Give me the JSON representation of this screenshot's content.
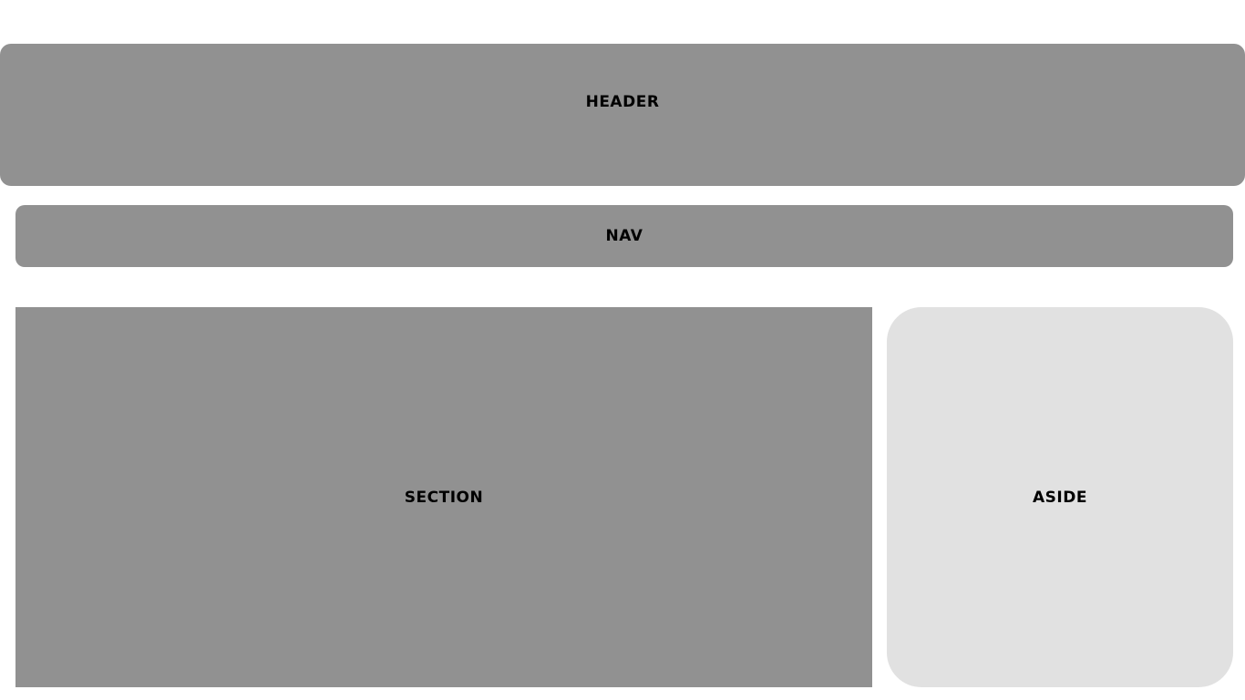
{
  "colors": {
    "block_dark": "#919191",
    "block_light": "#e1e1e1",
    "text": "#000000",
    "background": "#ffffff"
  },
  "header": {
    "label": "HEADER"
  },
  "nav": {
    "label": "NAV"
  },
  "section": {
    "label": "SECTION"
  },
  "aside": {
    "label": "ASIDE"
  }
}
